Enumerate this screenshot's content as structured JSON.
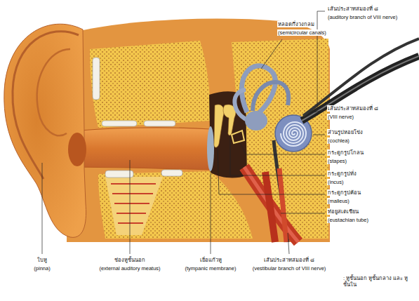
{
  "diagram": {
    "labels": [
      "หลอดกึ่งวงกลม",
      "(semicircular canals)",
      "เส้นประสาทสมองที่ ๘",
      "(auditory branch of VIII nerve)",
      "เส้นประสาทสมองที่ ๘",
      "(VIII nerve)",
      "ส่วนรูปหอยโข่ง",
      "(cochlea)",
      "กระดูกรูปโกลน",
      "(stapes)",
      "กระดูกรูปทั่ง",
      "(incus)",
      "กระดูกรูปค้อน",
      "(malleus)",
      "ท่อยูสเตเชียน",
      "(eustachian tube)",
      "ใบหู",
      "(pinna)",
      "ช่องหูชั้นนอก",
      "(external auditory meatus)",
      "เยื่อแก้วหู",
      "(tympanic membrane)",
      "เส้นประสาทสมองที่ ๘",
      "(vestibular branch of VIII nerve)",
      ": หูชั้นนอก หูชั้นกลาง และ หูชั้นใน"
    ]
  }
}
